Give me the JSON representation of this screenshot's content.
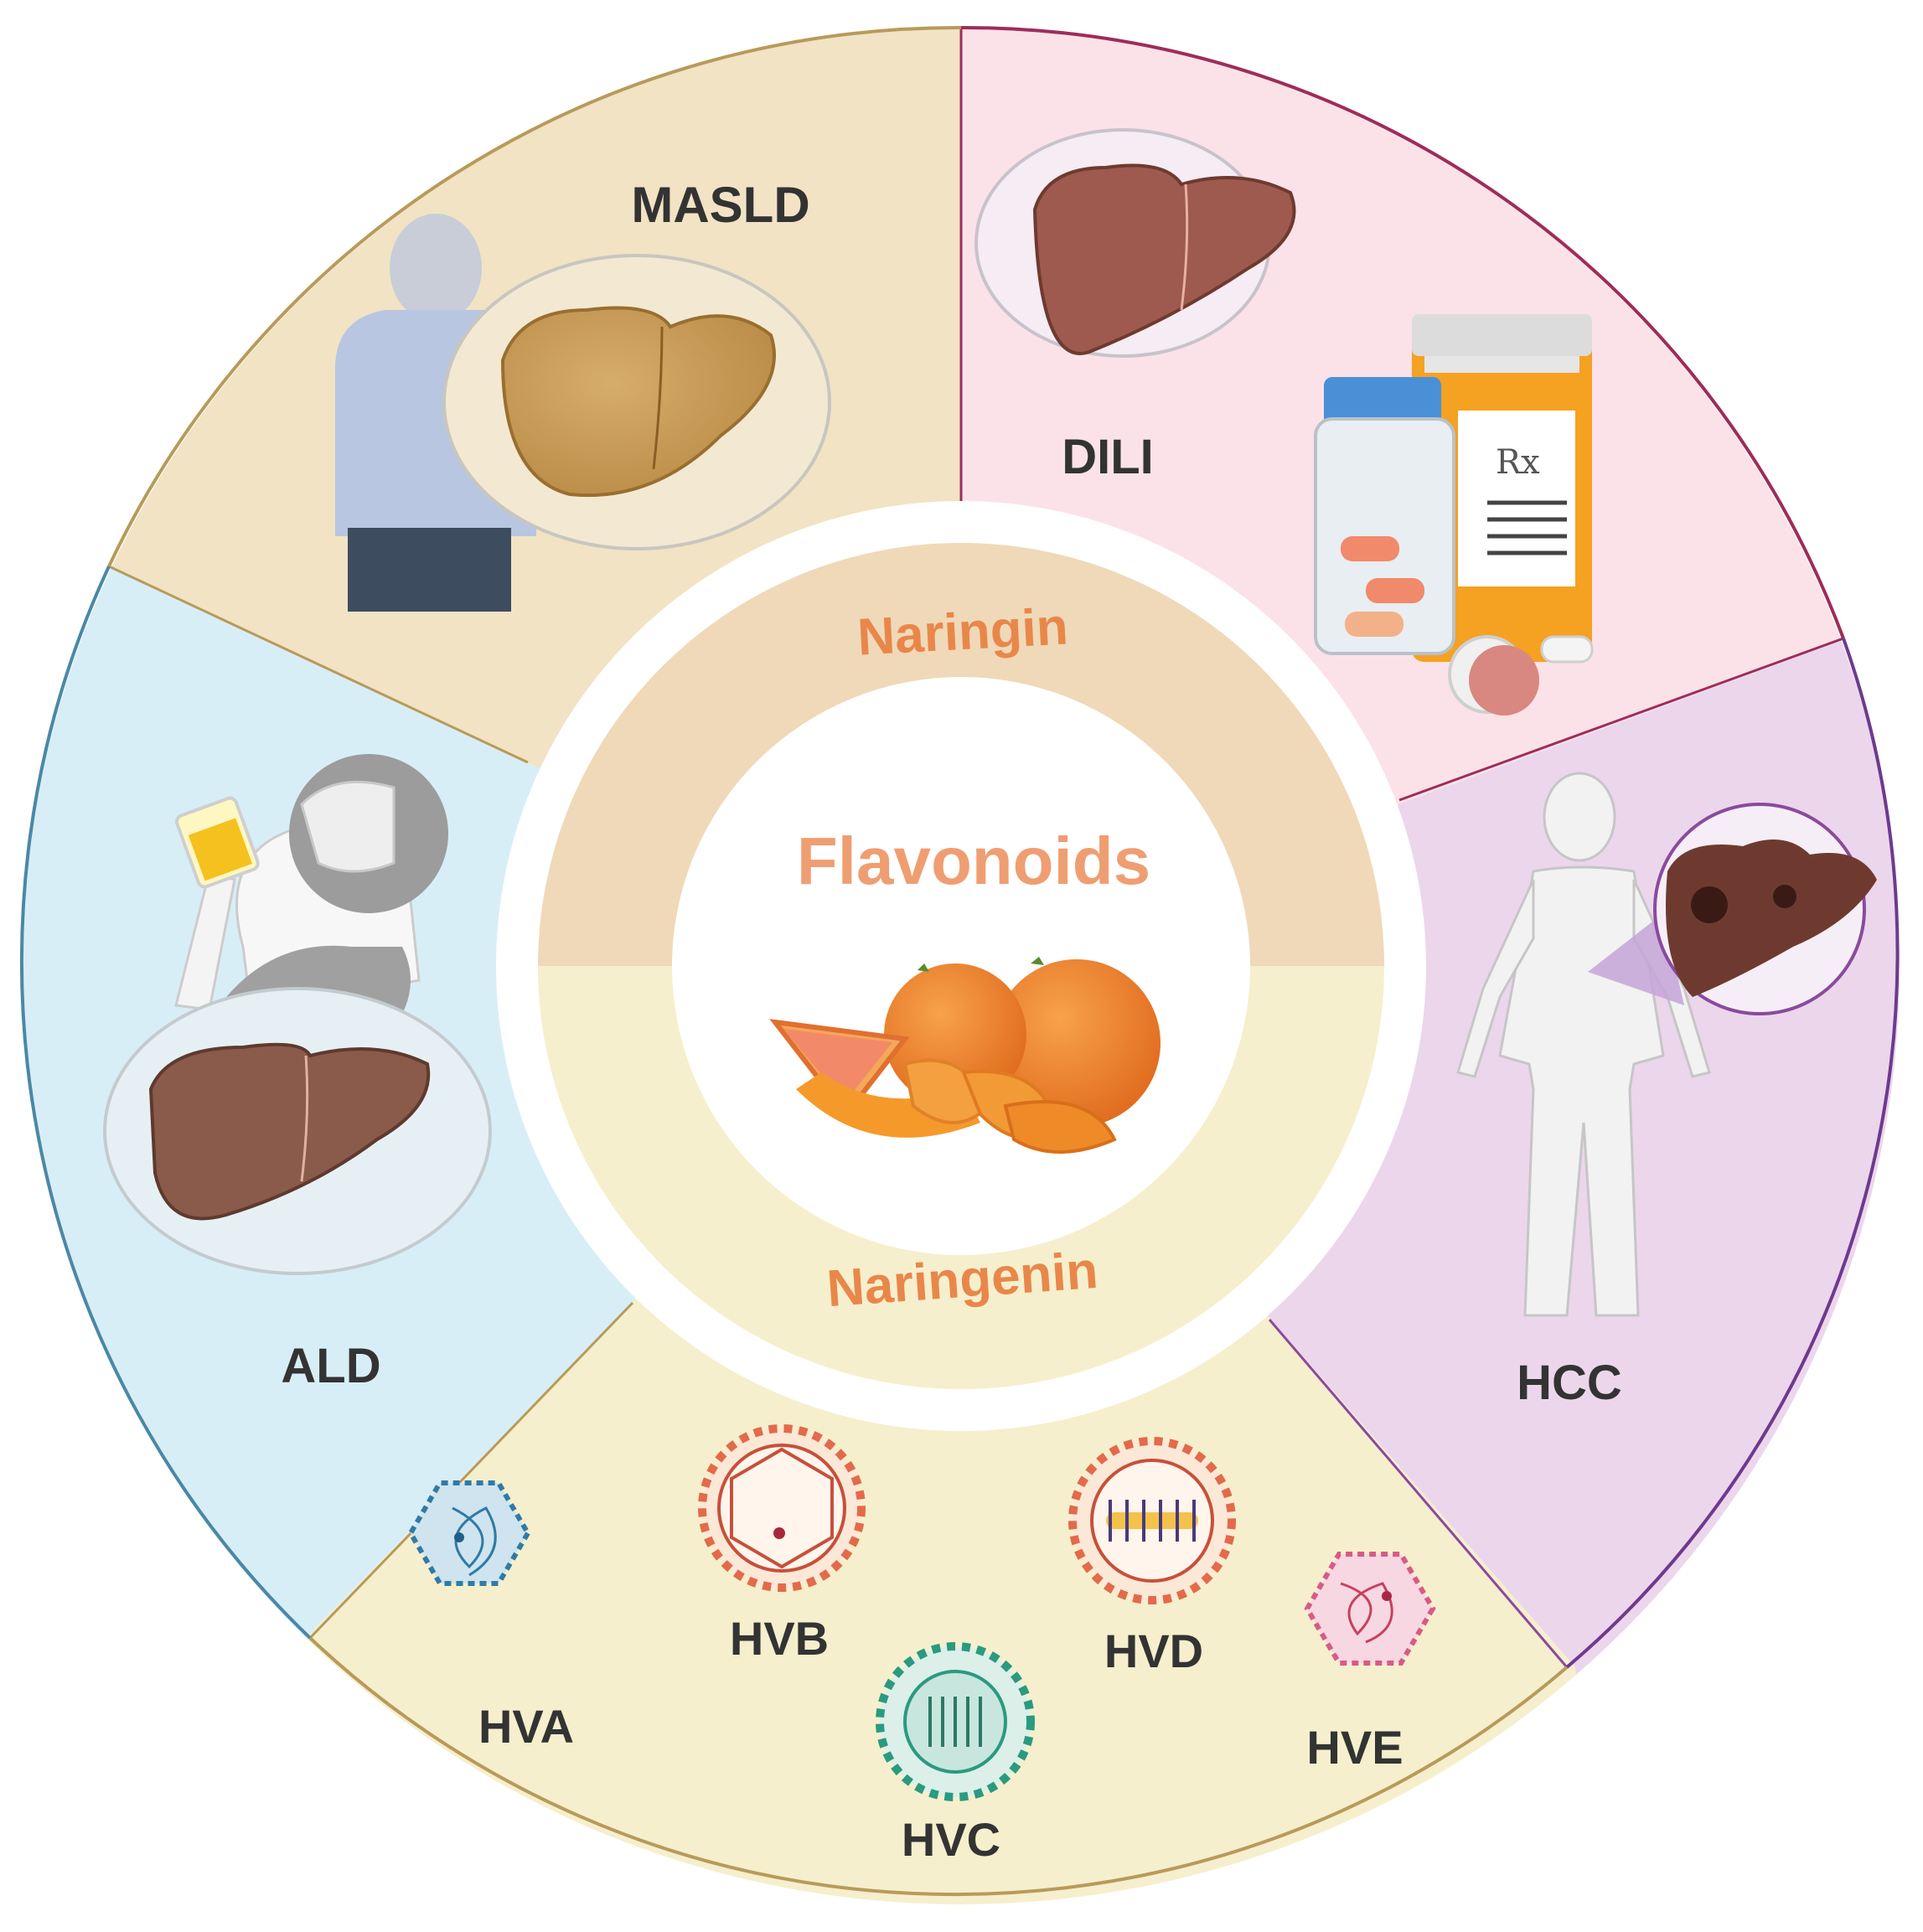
{
  "center": {
    "title": "Flavonoids",
    "upper_ring": "Naringin",
    "lower_ring": "Naringenin"
  },
  "segments": {
    "masld": "MASLD",
    "dili": "DILI",
    "hcc": "HCC",
    "ald": "ALD"
  },
  "viruses": {
    "hva": "HVA",
    "hvb": "HVB",
    "hvc": "HVC",
    "hvd": "HVD",
    "hve": "HVE"
  },
  "rx_symbol": "Rx",
  "colors": {
    "masld": "#f1e3c4",
    "dili": "#fbe2e8",
    "hcc": "#ecd6ec",
    "viral": "#f6efcd",
    "ald": "#d8eef7",
    "ring_upper": "#efd9b8",
    "ring_lower": "#f6efcd",
    "accent_orange": "#e9874a",
    "title_orange": "#ef9e72"
  }
}
